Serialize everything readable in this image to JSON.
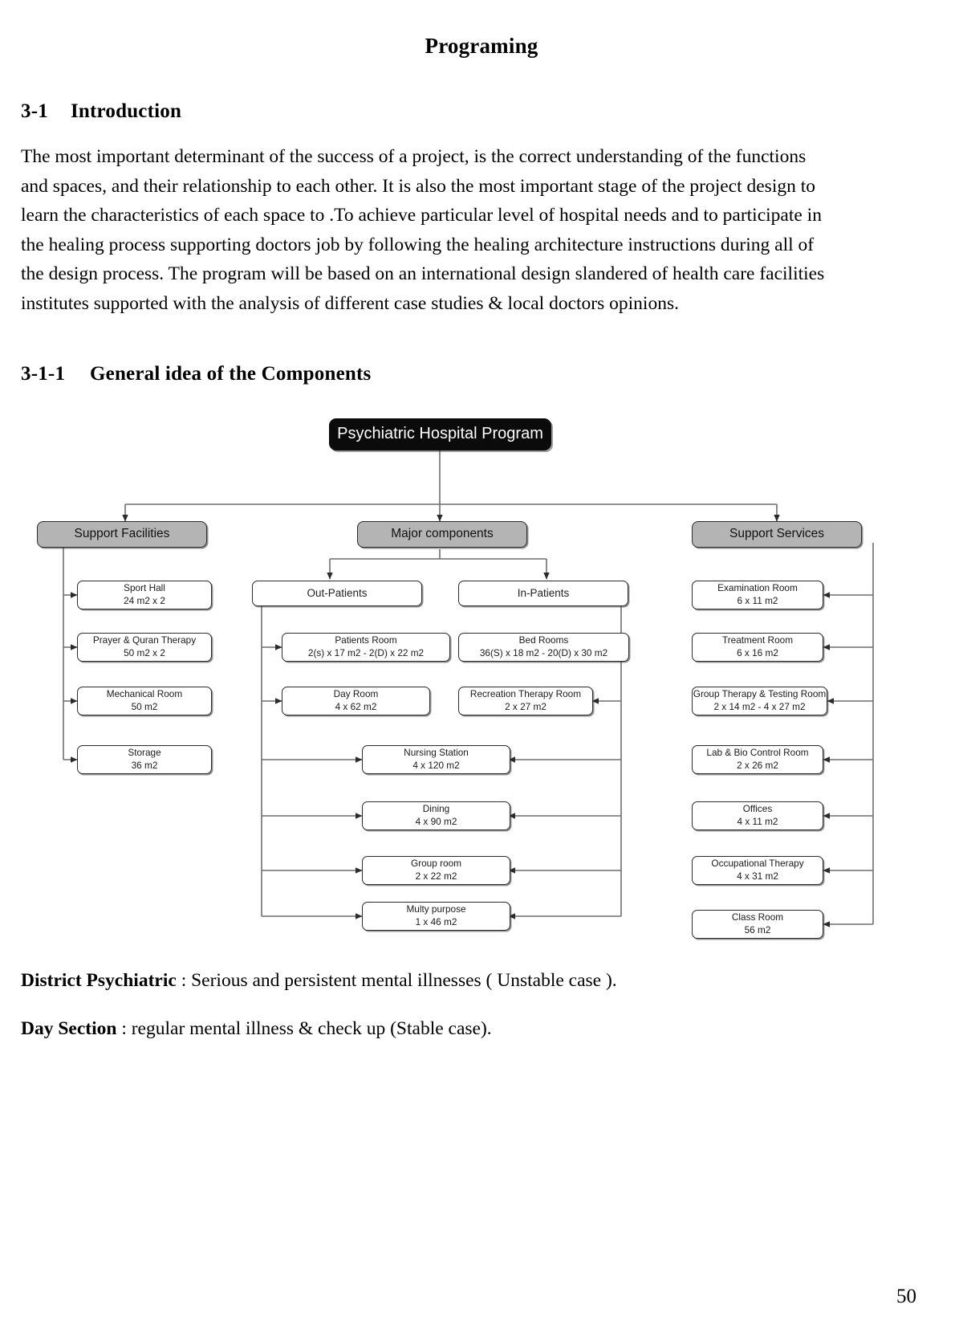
{
  "document": {
    "title": "Programing",
    "page_number": "50",
    "sections": [
      {
        "number": "3-1",
        "title": "Introduction"
      },
      {
        "number": "3-1-1",
        "title": "General idea of the Components"
      }
    ],
    "intro_paragraph": "The most important determinant of the success of a project, is the correct understanding of the functions and spaces, and their relationship to each other. It is also the most important stage of the project design to learn the characteristics of each space to .To achieve particular level of hospital needs and to participate in the healing process supporting  doctors job by following the healing architecture instructions during all of  the design process. The program will be based on an international design  slandered of  health care facilities institutes supported with the analysis of different case studies & local doctors opinions.",
    "footnotes": [
      {
        "term": "District Psychiatric",
        "text": " : Serious and persistent mental illnesses ( Unstable case )."
      },
      {
        "term": "Day Section",
        "text": " : regular mental illness & check up (Stable case)."
      }
    ]
  },
  "chart_data": {
    "type": "diagram",
    "title": "Psychiatric Hospital Program",
    "root": {
      "label": "Psychiatric Hospital Program"
    },
    "groups": [
      {
        "id": "support-facilities",
        "label": "Support Facilities"
      },
      {
        "id": "major-components",
        "label": "Major components"
      },
      {
        "id": "support-services",
        "label": "Support Services"
      }
    ],
    "branches": [
      {
        "id": "out-patients",
        "label": "Out-Patients",
        "parent": "major-components"
      },
      {
        "id": "in-patients",
        "label": "In-Patients",
        "parent": "major-components"
      }
    ],
    "nodes": {
      "support_facilities": [
        {
          "name": "Sport Hall",
          "area": "24 m2 x 2"
        },
        {
          "name": "Prayer & Quran Therapy",
          "area": "50 m2 x 2"
        },
        {
          "name": "Mechanical Room",
          "area": "50 m2"
        },
        {
          "name": "Storage",
          "area": "36 m2"
        }
      ],
      "out_patients": [
        {
          "name": "Patients Room",
          "area": "2(s) x 17 m2  -  2(D) x 22 m2"
        },
        {
          "name": "Day Room",
          "area": "4 x 62 m2"
        }
      ],
      "in_patients": [
        {
          "name": "Bed Rooms",
          "area": "36(S) x 18 m2  -  20(D) x 30 m2"
        },
        {
          "name": "Recreation Therapy Room",
          "area": "2 x 27 m2"
        }
      ],
      "shared": [
        {
          "name": "Nursing Station",
          "area": "4 x 120 m2"
        },
        {
          "name": "Dining",
          "area": "4 x 90 m2"
        },
        {
          "name": "Group room",
          "area": "2 x 22 m2"
        },
        {
          "name": "Multy purpose",
          "area": "1 x 46 m2"
        }
      ],
      "support_services": [
        {
          "name": "Examination Room",
          "area": "6 x 11 m2"
        },
        {
          "name": "Treatment Room",
          "area": "6 x 16 m2"
        },
        {
          "name": "Group Therapy & Testing Room",
          "area": "2 x 14 m2  -  4 x 27 m2"
        },
        {
          "name": "Lab & Bio Control Room",
          "area": "2 x 26 m2"
        },
        {
          "name": "Offices",
          "area": "4 x 11 m2"
        },
        {
          "name": "Occupational Therapy",
          "area": "4 x 31 m2"
        },
        {
          "name": "Class Room",
          "area": "56 m2"
        }
      ]
    },
    "colors": {
      "root_fill": "#0b0b0b",
      "root_text": "#ffffff",
      "group_fill": "#b4b4b4",
      "leaf_fill": "#ffffff",
      "stroke": "#2b2b2b"
    }
  }
}
